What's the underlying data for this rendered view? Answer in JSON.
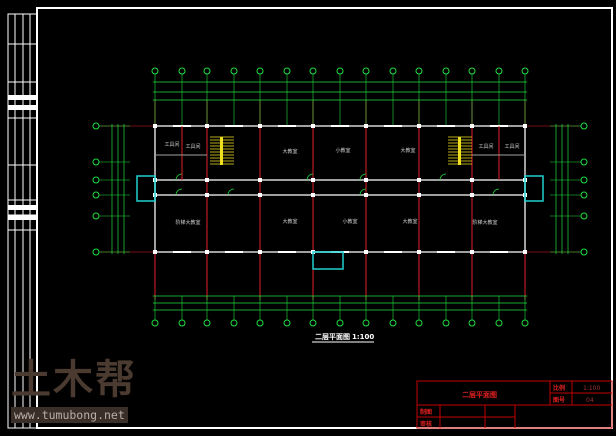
{
  "drawing": {
    "plan_title": "二层平面图",
    "plan_scale": "1:100",
    "rooms": {
      "tool_room_1": "工具间",
      "tool_room_2": "工具间",
      "tool_room_3": "工具间",
      "tool_room_4": "工具间",
      "large_classroom_1": "大教室",
      "small_classroom_1": "小教室",
      "large_classroom_2": "大教室",
      "lecture_hall_1": "阶梯大教室",
      "large_classroom_3": "大教室",
      "small_classroom_2": "小教室",
      "large_classroom_4": "大教室",
      "lecture_hall_2": "阶梯大教室"
    }
  },
  "title_block": {
    "drawing_name": "二层平面图",
    "scale_label": "比例",
    "scale_value": "1:100",
    "number_label": "图号",
    "number_value": "04",
    "drawn_label": "制图",
    "checked_label": "审核"
  },
  "watermark": {
    "logo": "土木帮",
    "url": "www.tumubong.net"
  },
  "colors": {
    "frame": "#ffffff",
    "grid_axis": "#e0202a",
    "dimension": "#20e040",
    "wall": "#a0a0a0",
    "stair": "#f0e020",
    "window": "#20d0d0",
    "title_block": "#c00000"
  }
}
